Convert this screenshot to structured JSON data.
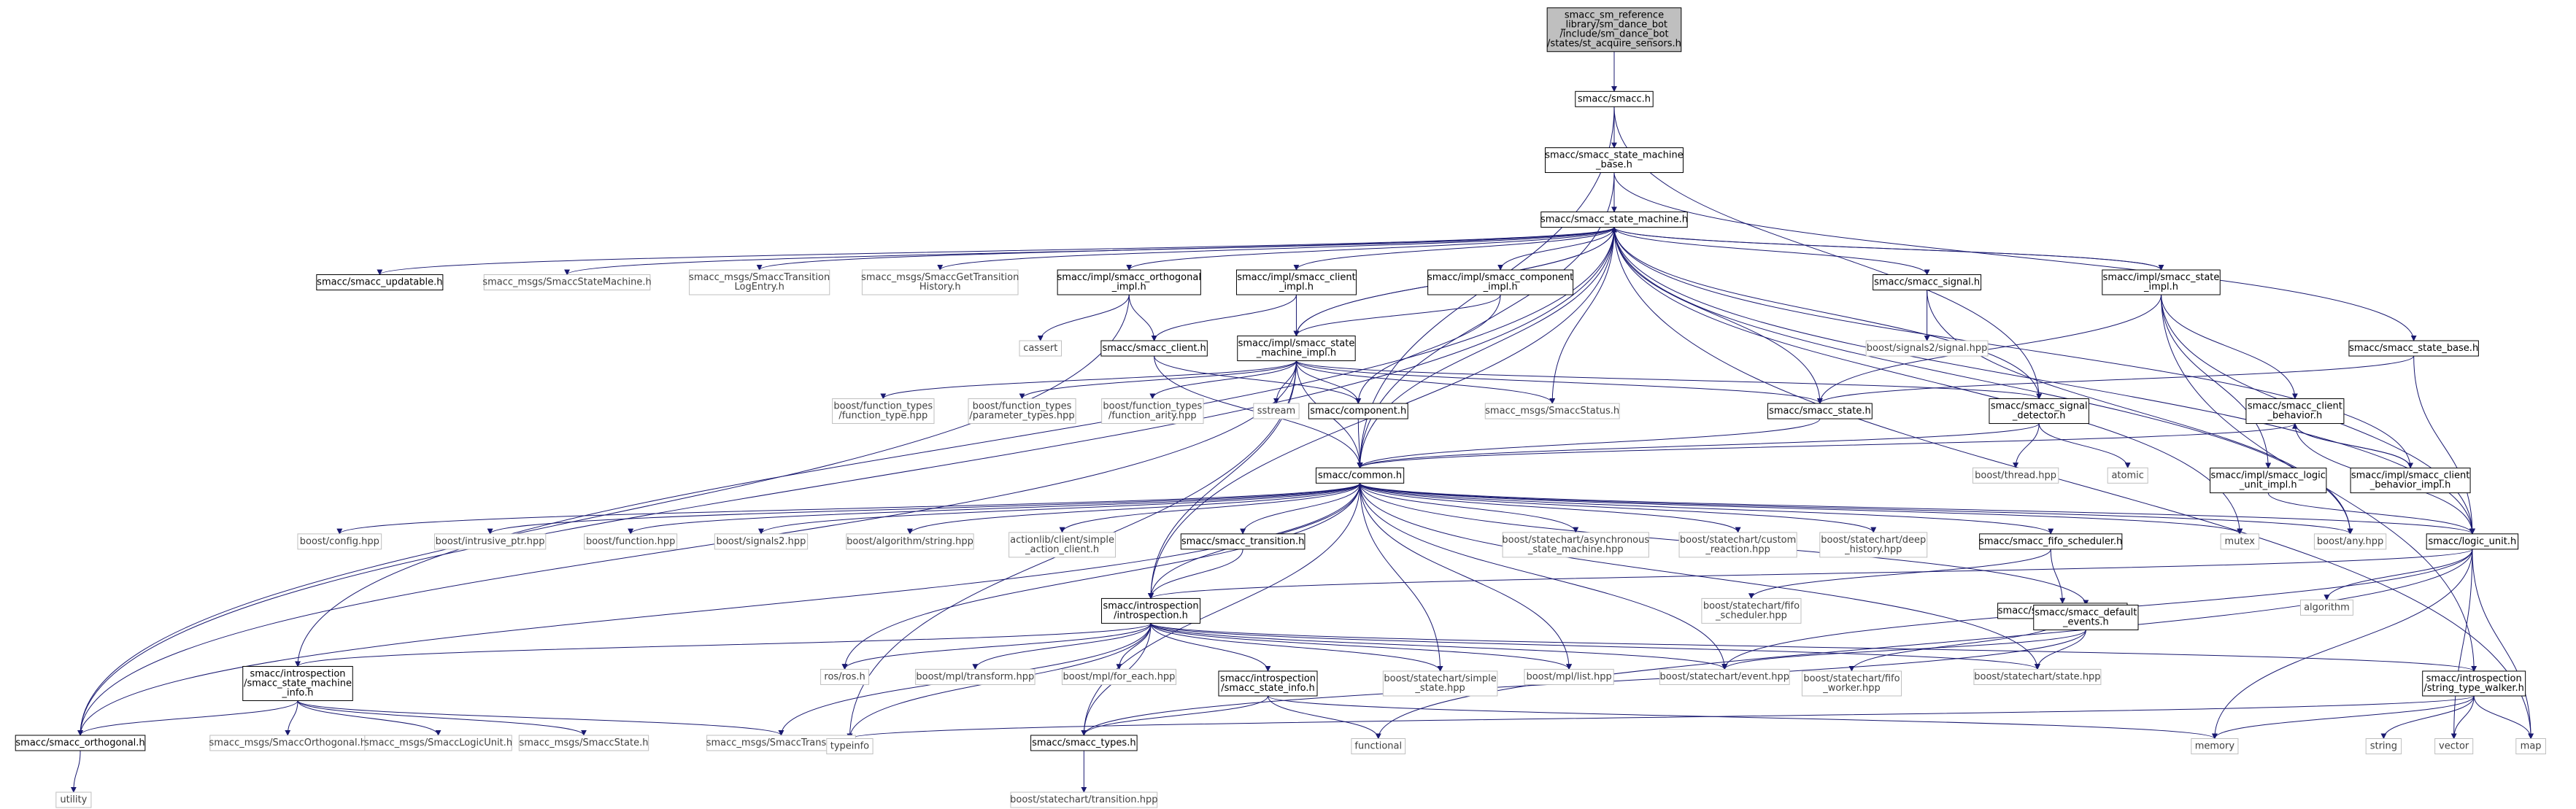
{
  "colors": {
    "edge": "#191970",
    "box_stroke": "#000000",
    "box_stroke_gray": "#bfbfbf",
    "box_fill": "#ffffff",
    "root_fill": "#bfbfbf",
    "text_dark": "#000000",
    "text_gray": "#404040"
  },
  "nodes": [
    {
      "id": "st_acquire",
      "lines": [
        "smacc_sm_reference",
        "_library/sm_dance_bot",
        "/include/sm_dance_bot",
        "/states/st_acquire_sensors.h"
      ],
      "kind": "root"
    },
    {
      "id": "smacc_h",
      "lines": [
        "smacc/smacc.h"
      ],
      "kind": "file"
    },
    {
      "id": "sm_base",
      "lines": [
        "smacc/smacc_state_machine",
        "_base.h"
      ],
      "kind": "file"
    },
    {
      "id": "sm_h",
      "lines": [
        "smacc/smacc_state_machine.h"
      ],
      "kind": "file"
    },
    {
      "id": "updatable",
      "lines": [
        "smacc/smacc_updatable.h"
      ],
      "kind": "file"
    },
    {
      "id": "msg_sm",
      "lines": [
        "smacc_msgs/SmaccStateMachine.h"
      ],
      "kind": "ext"
    },
    {
      "id": "msg_trlog",
      "lines": [
        "smacc_msgs/SmaccTransition",
        "LogEntry.h"
      ],
      "kind": "ext"
    },
    {
      "id": "msg_gethist",
      "lines": [
        "smacc_msgs/SmaccGetTransition",
        "History.h"
      ],
      "kind": "ext"
    },
    {
      "id": "orth_impl",
      "lines": [
        "smacc/impl/smacc_orthogonal",
        "_impl.h"
      ],
      "kind": "file"
    },
    {
      "id": "client_impl",
      "lines": [
        "smacc/impl/smacc_client",
        "_impl.h"
      ],
      "kind": "file"
    },
    {
      "id": "comp_impl",
      "lines": [
        "smacc/impl/smacc_component",
        "_impl.h"
      ],
      "kind": "file"
    },
    {
      "id": "signal",
      "lines": [
        "smacc/smacc_signal.h"
      ],
      "kind": "file"
    },
    {
      "id": "state_impl",
      "lines": [
        "smacc/impl/smacc_state",
        "_impl.h"
      ],
      "kind": "file"
    },
    {
      "id": "state_base",
      "lines": [
        "smacc/smacc_state_base.h"
      ],
      "kind": "file"
    },
    {
      "id": "cassert",
      "lines": [
        "cassert"
      ],
      "kind": "ext"
    },
    {
      "id": "client_h",
      "lines": [
        "smacc/smacc_client.h"
      ],
      "kind": "file"
    },
    {
      "id": "smi",
      "lines": [
        "smacc/impl/smacc_state",
        "_machine_impl.h"
      ],
      "kind": "file"
    },
    {
      "id": "sig2",
      "lines": [
        "boost/signals2/signal.hpp"
      ],
      "kind": "ext"
    },
    {
      "id": "ft_type",
      "lines": [
        "boost/function_types",
        "/function_type.hpp"
      ],
      "kind": "ext"
    },
    {
      "id": "ft_param",
      "lines": [
        "boost/function_types",
        "/parameter_types.hpp"
      ],
      "kind": "ext"
    },
    {
      "id": "ft_arity",
      "lines": [
        "boost/function_types",
        "/function_arity.hpp"
      ],
      "kind": "ext"
    },
    {
      "id": "sstream",
      "lines": [
        "sstream"
      ],
      "kind": "ext"
    },
    {
      "id": "component",
      "lines": [
        "smacc/component.h"
      ],
      "kind": "file"
    },
    {
      "id": "msg_status",
      "lines": [
        "smacc_msgs/SmaccStatus.h"
      ],
      "kind": "ext"
    },
    {
      "id": "state_h",
      "lines": [
        "smacc/smacc_state.h"
      ],
      "kind": "file"
    },
    {
      "id": "sig_det",
      "lines": [
        "smacc/smacc_signal",
        "_detector.h"
      ],
      "kind": "file"
    },
    {
      "id": "client_beh",
      "lines": [
        "smacc/smacc_client",
        "_behavior.h"
      ],
      "kind": "file"
    },
    {
      "id": "thread",
      "lines": [
        "boost/thread.hpp"
      ],
      "kind": "ext"
    },
    {
      "id": "atomic",
      "lines": [
        "atomic"
      ],
      "kind": "ext"
    },
    {
      "id": "lu_impl",
      "lines": [
        "smacc/impl/smacc_logic",
        "_unit_impl.h"
      ],
      "kind": "file"
    },
    {
      "id": "cb_impl",
      "lines": [
        "smacc/impl/smacc_client",
        "_behavior_impl.h"
      ],
      "kind": "file"
    },
    {
      "id": "common",
      "lines": [
        "smacc/common.h"
      ],
      "kind": "file"
    },
    {
      "id": "config",
      "lines": [
        "boost/config.hpp"
      ],
      "kind": "ext"
    },
    {
      "id": "intrusive",
      "lines": [
        "boost/intrusive_ptr.hpp"
      ],
      "kind": "ext"
    },
    {
      "id": "function",
      "lines": [
        "boost/function.hpp"
      ],
      "kind": "ext"
    },
    {
      "id": "signals2",
      "lines": [
        "boost/signals2.hpp"
      ],
      "kind": "ext"
    },
    {
      "id": "algstr",
      "lines": [
        "boost/algorithm/string.hpp"
      ],
      "kind": "ext"
    },
    {
      "id": "actionlib",
      "lines": [
        "actionlib/client/simple",
        "_action_client.h"
      ],
      "kind": "ext"
    },
    {
      "id": "transition",
      "lines": [
        "smacc/smacc_transition.h"
      ],
      "kind": "file"
    },
    {
      "id": "async",
      "lines": [
        "boost/statechart/asynchronous",
        "_state_machine.hpp"
      ],
      "kind": "ext"
    },
    {
      "id": "custom",
      "lines": [
        "boost/statechart/custom",
        "_reaction.hpp"
      ],
      "kind": "ext"
    },
    {
      "id": "deep",
      "lines": [
        "boost/statechart/deep",
        "_history.hpp"
      ],
      "kind": "ext"
    },
    {
      "id": "fifo_sched",
      "lines": [
        "smacc/smacc_fifo_scheduler.h"
      ],
      "kind": "file"
    },
    {
      "id": "mutex",
      "lines": [
        "mutex"
      ],
      "kind": "ext"
    },
    {
      "id": "any",
      "lines": [
        "boost/any.hpp"
      ],
      "kind": "ext"
    },
    {
      "id": "logic_unit",
      "lines": [
        "smacc/logic_unit.h"
      ],
      "kind": "file"
    },
    {
      "id": "introspection",
      "lines": [
        "smacc/introspection",
        "/introspection.h"
      ],
      "kind": "file"
    },
    {
      "id": "sc_fifo",
      "lines": [
        "boost/statechart/fifo",
        "_scheduler.hpp"
      ],
      "kind": "ext"
    },
    {
      "id": "fifo_worker",
      "lines": [
        "smacc/smacc_fifo_worker.h"
      ],
      "kind": "file"
    },
    {
      "id": "def_events",
      "lines": [
        "smacc/smacc_default",
        "_events.h"
      ],
      "kind": "file"
    },
    {
      "id": "algorithm",
      "lines": [
        "algorithm"
      ],
      "kind": "ext"
    },
    {
      "id": "sm_info",
      "lines": [
        "smacc/introspection",
        "/smacc_state_machine",
        "_info.h"
      ],
      "kind": "file"
    },
    {
      "id": "ros",
      "lines": [
        "ros/ros.h"
      ],
      "kind": "ext"
    },
    {
      "id": "mpl_transform",
      "lines": [
        "boost/mpl/transform.hpp"
      ],
      "kind": "ext"
    },
    {
      "id": "mpl_foreach",
      "lines": [
        "boost/mpl/for_each.hpp"
      ],
      "kind": "ext"
    },
    {
      "id": "state_info",
      "lines": [
        "smacc/introspection",
        "/smacc_state_info.h"
      ],
      "kind": "file"
    },
    {
      "id": "simple_state",
      "lines": [
        "boost/statechart/simple",
        "_state.hpp"
      ],
      "kind": "ext"
    },
    {
      "id": "mpl_list",
      "lines": [
        "boost/mpl/list.hpp"
      ],
      "kind": "ext"
    },
    {
      "id": "event",
      "lines": [
        "boost/statechart/event.hpp"
      ],
      "kind": "ext"
    },
    {
      "id": "fifo_worker_hpp",
      "lines": [
        "boost/statechart/fifo",
        "_worker.hpp"
      ],
      "kind": "ext"
    },
    {
      "id": "sc_state",
      "lines": [
        "boost/statechart/state.hpp"
      ],
      "kind": "ext"
    },
    {
      "id": "str_walker",
      "lines": [
        "smacc/introspection",
        "/string_type_walker.h"
      ],
      "kind": "file"
    },
    {
      "id": "orthogonal",
      "lines": [
        "smacc/smacc_orthogonal.h"
      ],
      "kind": "file"
    },
    {
      "id": "msg_orth",
      "lines": [
        "smacc_msgs/SmaccOrthogonal.h"
      ],
      "kind": "ext"
    },
    {
      "id": "msg_lu",
      "lines": [
        "smacc_msgs/SmaccLogicUnit.h"
      ],
      "kind": "ext"
    },
    {
      "id": "msg_state",
      "lines": [
        "smacc_msgs/SmaccState.h"
      ],
      "kind": "ext"
    },
    {
      "id": "msg_trans",
      "lines": [
        "smacc_msgs/SmaccTransition.h"
      ],
      "kind": "ext"
    },
    {
      "id": "typeinfo",
      "lines": [
        "typeinfo"
      ],
      "kind": "ext"
    },
    {
      "id": "types",
      "lines": [
        "smacc/smacc_types.h"
      ],
      "kind": "file"
    },
    {
      "id": "functional",
      "lines": [
        "functional"
      ],
      "kind": "ext"
    },
    {
      "id": "memory",
      "lines": [
        "memory"
      ],
      "kind": "ext"
    },
    {
      "id": "string",
      "lines": [
        "string"
      ],
      "kind": "ext"
    },
    {
      "id": "vector",
      "lines": [
        "vector"
      ],
      "kind": "ext"
    },
    {
      "id": "map",
      "lines": [
        "map"
      ],
      "kind": "ext"
    },
    {
      "id": "utility",
      "lines": [
        "utility"
      ],
      "kind": "ext"
    },
    {
      "id": "sc_transition",
      "lines": [
        "boost/statechart/transition.hpp"
      ],
      "kind": "ext"
    }
  ],
  "edges": [
    [
      "st_acquire",
      "smacc_h"
    ],
    [
      "smacc_h",
      "sm_base"
    ],
    [
      "smacc_h",
      "common"
    ],
    [
      "smacc_h",
      "sig_det"
    ],
    [
      "sm_base",
      "sm_h"
    ],
    [
      "sm_base",
      "state_base"
    ],
    [
      "sm_base",
      "common"
    ],
    [
      "sm_h",
      "updatable"
    ],
    [
      "sm_h",
      "msg_sm"
    ],
    [
      "sm_h",
      "msg_trlog"
    ],
    [
      "sm_h",
      "msg_gethist"
    ],
    [
      "sm_h",
      "orth_impl"
    ],
    [
      "sm_h",
      "client_impl"
    ],
    [
      "sm_h",
      "comp_impl"
    ],
    [
      "sm_h",
      "signal"
    ],
    [
      "sm_h",
      "state_impl"
    ],
    [
      "sm_h",
      "smi"
    ],
    [
      "sm_h",
      "msg_status"
    ],
    [
      "sm_h",
      "state_h"
    ],
    [
      "sm_h",
      "common"
    ],
    [
      "sm_h",
      "introspection"
    ],
    [
      "sm_h",
      "sm_info"
    ],
    [
      "sm_h",
      "orthogonal"
    ],
    [
      "sm_h",
      "mutex"
    ],
    [
      "sm_h",
      "any"
    ],
    [
      "sm_h",
      "logic_unit"
    ],
    [
      "sm_h",
      "map"
    ],
    [
      "sm_h",
      "sig_det"
    ],
    [
      "orth_impl",
      "cassert"
    ],
    [
      "orth_impl",
      "client_h"
    ],
    [
      "orth_impl",
      "orthogonal"
    ],
    [
      "client_impl",
      "client_h"
    ],
    [
      "client_impl",
      "smi"
    ],
    [
      "comp_impl",
      "component"
    ],
    [
      "comp_impl",
      "smi"
    ],
    [
      "signal",
      "sig2"
    ],
    [
      "signal",
      "any"
    ],
    [
      "state_impl",
      "state_h"
    ],
    [
      "state_impl",
      "client_beh"
    ],
    [
      "state_impl",
      "lu_impl"
    ],
    [
      "state_impl",
      "logic_unit"
    ],
    [
      "state_impl",
      "str_walker"
    ],
    [
      "state_impl",
      "sm_h"
    ],
    [
      "state_base",
      "state_h"
    ],
    [
      "state_base",
      "logic_unit"
    ],
    [
      "client_h",
      "component"
    ],
    [
      "client_h",
      "common"
    ],
    [
      "smi",
      "ft_type"
    ],
    [
      "smi",
      "ft_param"
    ],
    [
      "smi",
      "ft_arity"
    ],
    [
      "smi",
      "sstream"
    ],
    [
      "smi",
      "component"
    ],
    [
      "smi",
      "msg_status"
    ],
    [
      "smi",
      "state_h"
    ],
    [
      "smi",
      "sig_det"
    ],
    [
      "smi",
      "common"
    ],
    [
      "smi",
      "introspection"
    ],
    [
      "smi",
      "orthogonal"
    ],
    [
      "smi",
      "typeinfo"
    ],
    [
      "smi",
      "sm_h"
    ],
    [
      "component",
      "common"
    ],
    [
      "state_h",
      "common"
    ],
    [
      "sig_det",
      "common"
    ],
    [
      "sig_det",
      "thread"
    ],
    [
      "sig_det",
      "atomic"
    ],
    [
      "client_beh",
      "common"
    ],
    [
      "client_beh",
      "cb_impl"
    ],
    [
      "client_beh",
      "logic_unit"
    ],
    [
      "lu_impl",
      "logic_unit"
    ],
    [
      "cb_impl",
      "client_beh"
    ],
    [
      "cb_impl",
      "sm_h"
    ],
    [
      "common",
      "config"
    ],
    [
      "common",
      "intrusive"
    ],
    [
      "common",
      "function"
    ],
    [
      "common",
      "signals2"
    ],
    [
      "common",
      "algstr"
    ],
    [
      "common",
      "actionlib"
    ],
    [
      "common",
      "transition"
    ],
    [
      "common",
      "async"
    ],
    [
      "common",
      "custom"
    ],
    [
      "common",
      "deep"
    ],
    [
      "common",
      "fifo_sched"
    ],
    [
      "common",
      "mutex"
    ],
    [
      "common",
      "any"
    ],
    [
      "common",
      "logic_unit"
    ],
    [
      "common",
      "introspection"
    ],
    [
      "common",
      "def_events"
    ],
    [
      "common",
      "ros"
    ],
    [
      "common",
      "simple_state"
    ],
    [
      "common",
      "mpl_list"
    ],
    [
      "common",
      "event"
    ],
    [
      "common",
      "types"
    ],
    [
      "common",
      "orthogonal"
    ],
    [
      "common",
      "sc_state"
    ],
    [
      "transition",
      "introspection"
    ],
    [
      "fifo_sched",
      "sc_fifo"
    ],
    [
      "fifo_sched",
      "fifo_worker"
    ],
    [
      "fifo_worker",
      "fifo_worker_hpp"
    ],
    [
      "def_events",
      "event"
    ],
    [
      "def_events",
      "sc_state"
    ],
    [
      "def_events",
      "types"
    ],
    [
      "logic_unit",
      "introspection"
    ],
    [
      "logic_unit",
      "algorithm"
    ],
    [
      "logic_unit",
      "memory"
    ],
    [
      "logic_unit",
      "vector"
    ],
    [
      "logic_unit",
      "map"
    ],
    [
      "logic_unit",
      "functional"
    ],
    [
      "logic_unit",
      "event"
    ],
    [
      "introspection",
      "sm_info"
    ],
    [
      "introspection",
      "ros"
    ],
    [
      "introspection",
      "mpl_transform"
    ],
    [
      "introspection",
      "mpl_foreach"
    ],
    [
      "introspection",
      "state_info"
    ],
    [
      "introspection",
      "simple_state"
    ],
    [
      "introspection",
      "mpl_list"
    ],
    [
      "introspection",
      "event"
    ],
    [
      "introspection",
      "sc_state"
    ],
    [
      "introspection",
      "str_walker"
    ],
    [
      "introspection",
      "types"
    ],
    [
      "introspection",
      "typeinfo"
    ],
    [
      "introspection",
      "msg_trans"
    ],
    [
      "sm_info",
      "orthogonal"
    ],
    [
      "sm_info",
      "msg_orth"
    ],
    [
      "sm_info",
      "msg_lu"
    ],
    [
      "sm_info",
      "msg_state"
    ],
    [
      "sm_info",
      "msg_trans"
    ],
    [
      "state_info",
      "types"
    ],
    [
      "state_info",
      "functional"
    ],
    [
      "state_info",
      "memory"
    ],
    [
      "str_walker",
      "typeinfo"
    ],
    [
      "str_walker",
      "memory"
    ],
    [
      "str_walker",
      "string"
    ],
    [
      "str_walker",
      "vector"
    ],
    [
      "str_walker",
      "map"
    ],
    [
      "orthogonal",
      "utility"
    ],
    [
      "types",
      "sc_transition"
    ]
  ]
}
